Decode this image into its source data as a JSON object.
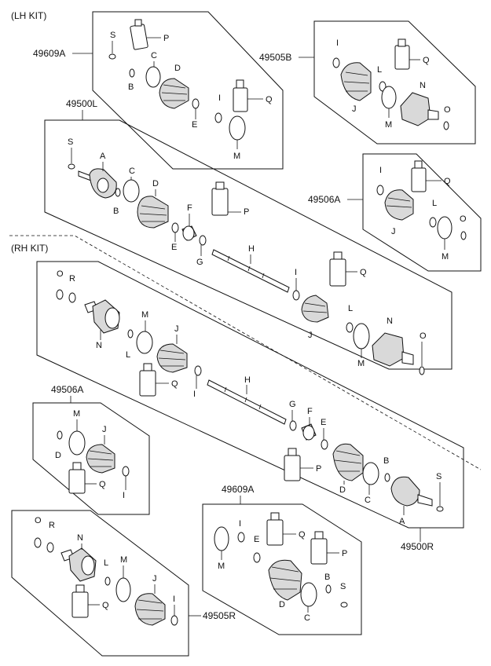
{
  "headers": {
    "lh_kit": "(LH KIT)",
    "rh_kit": "(RH KIT)"
  },
  "assemblies": {
    "lh_boot_kit": "49609A",
    "lh_outer_kit": "49505B",
    "lh_shaft": "49500L",
    "lh_inner_kit": "49506A",
    "rh_inner_kit": "49506A",
    "rh_boot_kit": "49609A",
    "rh_shaft": "49500R",
    "rh_outer_kit": "49505R"
  },
  "letters": {
    "A": "A",
    "B": "B",
    "C": "C",
    "D": "D",
    "E": "E",
    "F": "F",
    "G": "G",
    "H": "H",
    "I": "I",
    "J": "J",
    "L": "L",
    "M": "M",
    "N": "N",
    "O": "O",
    "P": "P",
    "Q": "Q",
    "R": "R",
    "S": "S"
  }
}
